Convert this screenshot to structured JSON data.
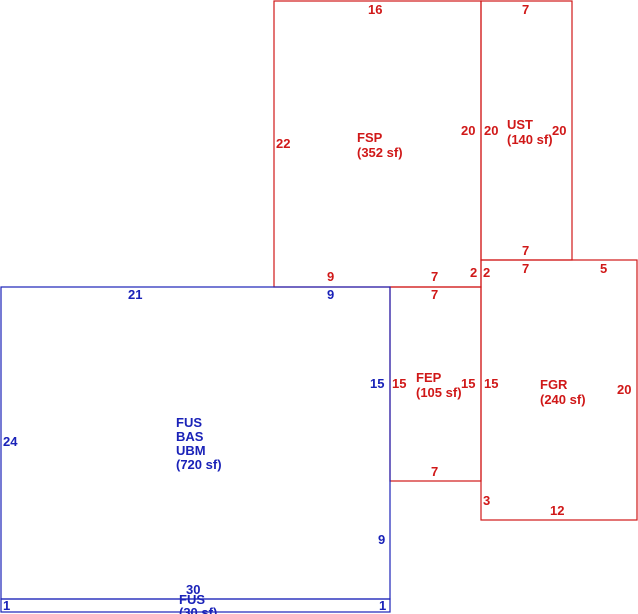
{
  "areas": {
    "fsp": {
      "code": "FSP",
      "area": "(352 sf)"
    },
    "ust": {
      "code": "UST",
      "area": "(140 sf)"
    },
    "fep": {
      "code": "FEP",
      "area": "(105 sf)"
    },
    "fgr": {
      "code": "FGR",
      "area": "(240 sf)"
    },
    "main": {
      "codes": [
        "FUS",
        "BAS",
        "UBM"
      ],
      "area": "(720 sf)"
    },
    "strip": {
      "code": "FUS",
      "area": "(30 sf)"
    }
  },
  "dimensions": {
    "fsp_top": "16",
    "fsp_left": "22",
    "fsp_right": "20",
    "fsp_bottom_a": "9",
    "fsp_bottom_b": "7",
    "fsp_bottom_c": "2",
    "ust_top": "7",
    "ust_left": "20",
    "ust_right": "20",
    "ust_bottom": "7",
    "fgr_top_a": "2",
    "fgr_top_b": "7",
    "fgr_top_c": "5",
    "fgr_left": "15",
    "fgr_right": "20",
    "fgr_left_low": "3",
    "fgr_bottom": "12",
    "fep_top": "7",
    "fep_left": "15",
    "fep_right": "15",
    "fep_bottom": "7",
    "main_top_a": "21",
    "main_top_b": "9",
    "main_left": "24",
    "main_right_a": "15",
    "main_right_b": "9",
    "strip_top": "30",
    "strip_left": "1",
    "strip_right": "1"
  },
  "colors": {
    "red": "#d01818",
    "blue": "#1a22b8"
  }
}
